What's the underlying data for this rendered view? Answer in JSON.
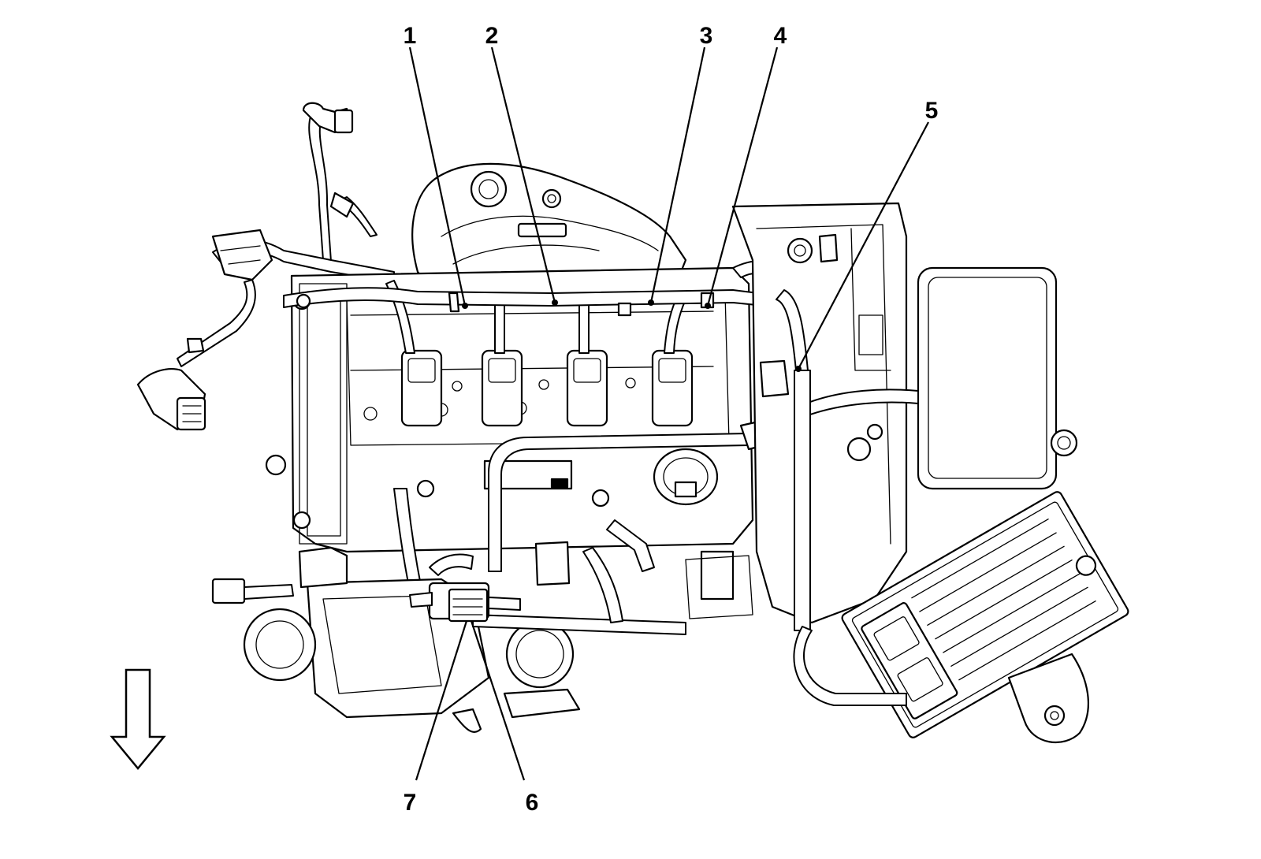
{
  "diagram": {
    "callouts": [
      {
        "label": "1"
      },
      {
        "label": "2"
      },
      {
        "label": "3"
      },
      {
        "label": "4"
      },
      {
        "label": "5"
      },
      {
        "label": "6"
      },
      {
        "label": "7"
      }
    ],
    "direction_arrow": {
      "icon": "down-arrow-icon"
    }
  }
}
